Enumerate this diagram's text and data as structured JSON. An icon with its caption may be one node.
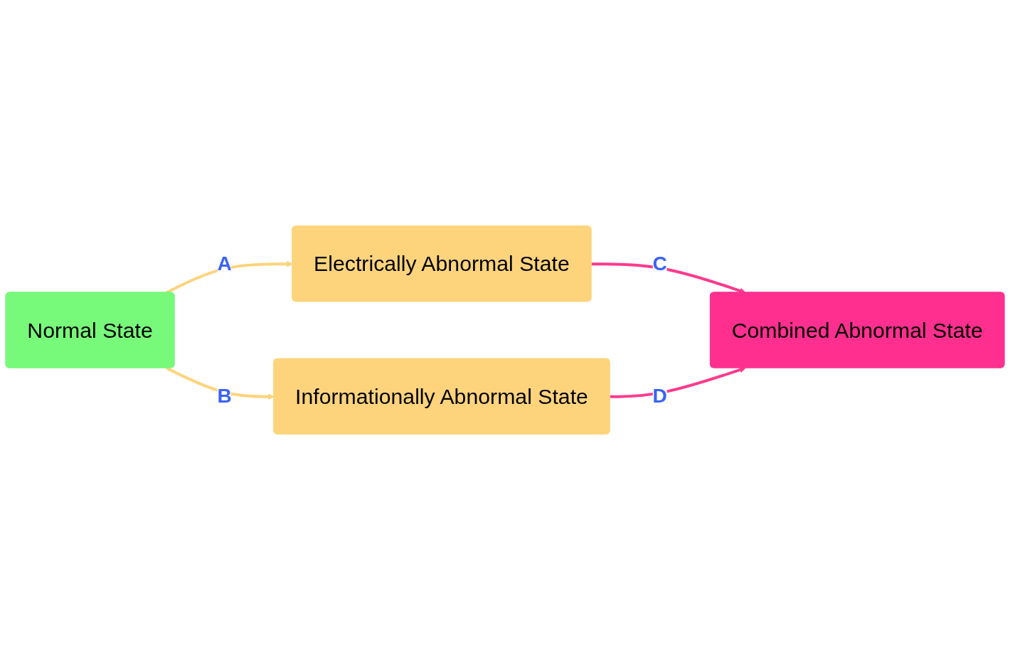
{
  "diagram": {
    "nodes": [
      {
        "text": [
          "Normal State"
        ]
      },
      {
        "text": [
          "Electrically Abnormal State"
        ]
      },
      {
        "text": [
          "Informationally Abnormal State"
        ]
      },
      {
        "text": [
          "Combined Abnormal State"
        ]
      }
    ],
    "edges": [
      {
        "from": 0,
        "to": 1,
        "arrow": "to",
        "label": "A",
        "color": "#fdd47c"
      },
      {
        "from": 0,
        "to": 2,
        "arrow": "to",
        "label": "B",
        "color": "#fdd47c"
      },
      {
        "from": 1,
        "to": 3,
        "arrow": "to",
        "label": "C",
        "color": "#fe3a8c"
      },
      {
        "from": 2,
        "to": 3,
        "arrow": "to",
        "label": "D",
        "color": "#fe3a8c"
      }
    ]
  }
}
